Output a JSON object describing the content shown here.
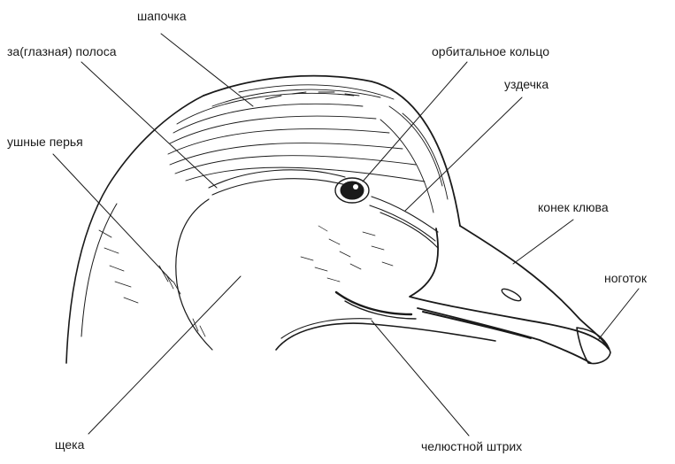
{
  "labels": {
    "cap": "шапочка",
    "eye_stripe": "за(глазная) полоса",
    "orbital_ring": "орбитальное кольцо",
    "lore": "уздечка",
    "ear_coverts": "ушные перья",
    "culmen": "конек клюва",
    "nail": "ноготок",
    "cheek": "щека",
    "malar_stripe": "челюстной штрих"
  },
  "colors": {
    "ink": "#1a1a1a",
    "background": "#ffffff"
  }
}
